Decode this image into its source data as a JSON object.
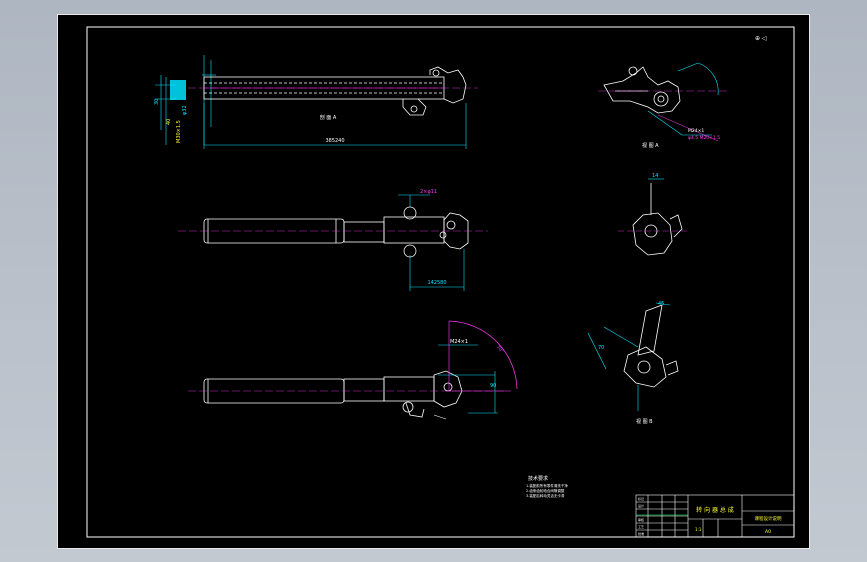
{
  "corner_mark": "⊕ ◁",
  "views": {
    "top": {
      "dimension_length": "385240",
      "section_label": "剖 面 A",
      "left_dims": [
        "30",
        "40",
        "M30×1.5",
        "φ32"
      ]
    },
    "front": {
      "dimension_length": "142580",
      "top_dim": "2×φ11"
    },
    "iso": {
      "thread_label": "M24×1",
      "angle_label": "70°",
      "angle_dim": "90"
    },
    "side_right": {
      "thread_label": "M24×1",
      "pipe_label": "φ4.5 M20×1.5",
      "caption": "视 图 A"
    },
    "side_mid": {
      "dim": "14"
    },
    "side_low": {
      "caption": "视 图 B",
      "dims": [
        "70",
        "45"
      ]
    }
  },
  "tech_requirements": {
    "title": "技术要求",
    "lines": [
      "1.装配前所有零件清洗干净",
      "2.齿条齿轮啮合间隙调整",
      "3.装配后转动灵活无卡滞"
    ]
  },
  "title_block": {
    "drawing_name": "转 向 器 总 成",
    "company": "课程设计说明",
    "scale": "1:1",
    "sheet_id": "A0",
    "rows": [
      "标记",
      "设计",
      "审核",
      "工艺",
      "批准"
    ]
  },
  "colors": {
    "background": "#000000",
    "sheet_border": "#ffffff",
    "dimension": "#00e5ff",
    "outline": "#ffffff",
    "annotation": "#ff3df5",
    "leader": "#ffff33",
    "title_text": "#ffff33"
  }
}
